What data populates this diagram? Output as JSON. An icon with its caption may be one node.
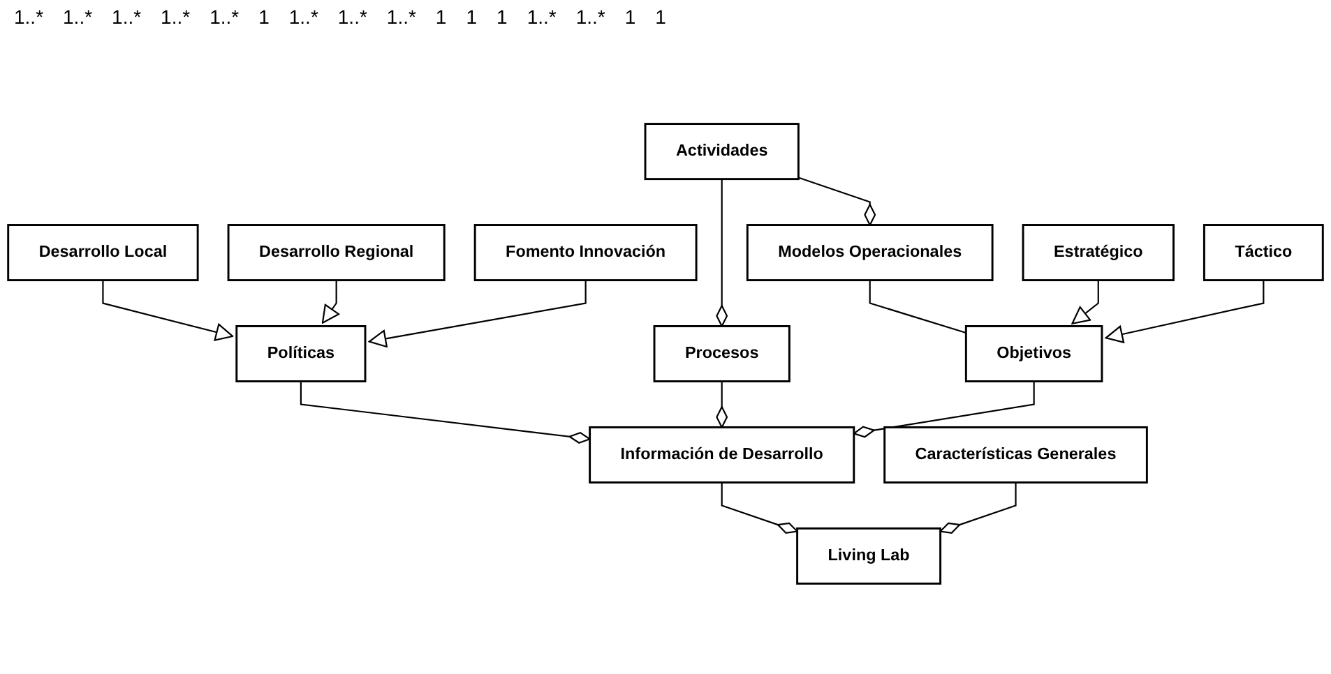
{
  "diagram": {
    "nodes": [
      {
        "text": [
          "Modelos Operacionales"
        ]
      },
      {
        "text": [
          "Estratégico"
        ]
      },
      {
        "text": [
          "Táctico"
        ]
      },
      {
        "text": [
          "Actividades"
        ]
      },
      {
        "text": [
          "Procesos"
        ]
      },
      {
        "text": [
          "Objetivos"
        ]
      },
      {
        "text": [
          "Desarrollo Local"
        ]
      },
      {
        "text": [
          "Políticas"
        ]
      },
      {
        "text": [
          "Desarrollo Regional"
        ]
      },
      {
        "text": [
          "Fomento Innovación"
        ]
      },
      {
        "text": [
          "Información de Desarrollo"
        ]
      },
      {
        "text": [
          "Características Generales"
        ]
      },
      {
        "text": [
          "Living Lab"
        ]
      }
    ],
    "edges": [
      {
        "from": 3,
        "to": 0,
        "arrow": "other"
      },
      {
        "from": 0,
        "to": 5,
        "arrow": "none"
      },
      {
        "from": 1,
        "to": 5,
        "arrow": "to"
      },
      {
        "from": 2,
        "to": 5,
        "arrow": "to"
      },
      {
        "from": 3,
        "to": 4,
        "arrow": "other"
      },
      {
        "from": 6,
        "to": 7,
        "arrow": "to"
      },
      {
        "from": 8,
        "to": 7,
        "arrow": "to"
      },
      {
        "from": 9,
        "to": 7,
        "arrow": "to"
      },
      {
        "from": 7,
        "to": 10,
        "arrow": "other"
      },
      {
        "from": 4,
        "to": 10,
        "arrow": "other"
      },
      {
        "from": 5,
        "to": 10,
        "arrow": "other"
      },
      {
        "from": 10,
        "to": 12,
        "arrow": "other"
      },
      {
        "from": 11,
        "to": 12,
        "arrow": "other"
      }
    ],
    "labels": [
      "1..*",
      "1..*",
      "1..*",
      "1..*",
      "1..*",
      "1",
      "1..*",
      "1..*",
      "1..*",
      "1",
      "1",
      "1",
      "1..*",
      "1..*",
      "1",
      "1"
    ]
  }
}
